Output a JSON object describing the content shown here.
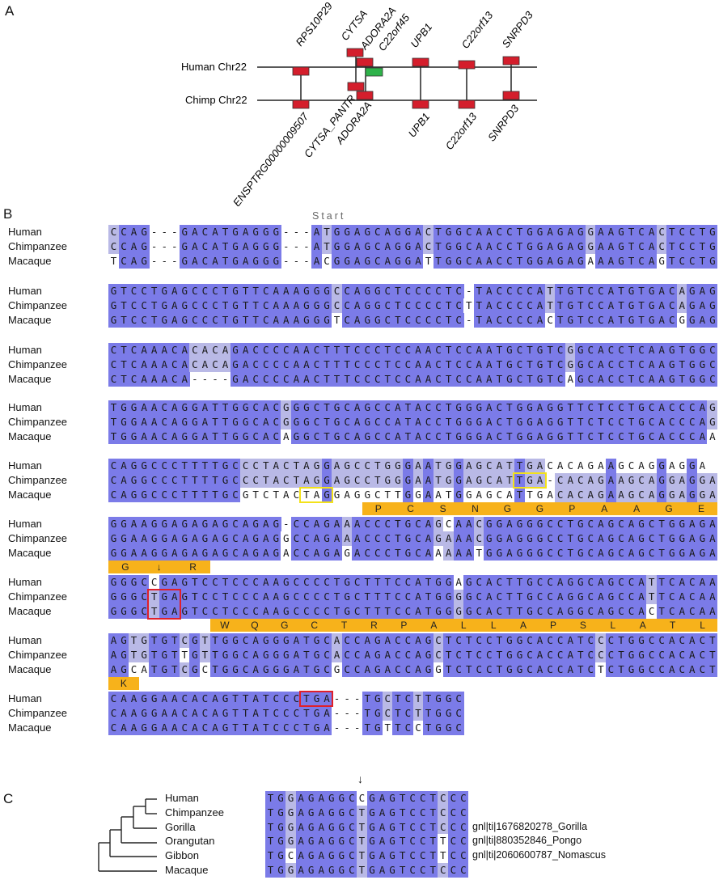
{
  "panels": {
    "a": "A",
    "b": "B",
    "c": "C"
  },
  "panel_a": {
    "chr_human": "Human Chr22",
    "chr_chimp": "Chimp Chr22",
    "genes_top": [
      "RPS10P29",
      "CYTSA",
      "ADORA2A",
      "C22orf45",
      "UPB1",
      "C22orf13",
      "SNRPD3"
    ],
    "genes_bottom": [
      "ENSPTRG00000009507",
      "CYTSA_PANTR",
      "ADORA2A",
      "UPB1",
      "C22orf13",
      "SNRPD3"
    ],
    "colors": {
      "gene": "#d41e2c",
      "novel_gene": "#2eb24a",
      "line": "#222222"
    }
  },
  "panel_b": {
    "start_label": "Start",
    "names": [
      "Human",
      "Chimpanzee",
      "Macaque"
    ],
    "blocks": [
      {
        "seqs": [
          "CCAG---GACATGAGGG---ATGGAGCAGGACTGGCAACCTGGAGAGGAAGTCACTCCTG",
          "CCAG---GACATGAGGG---ATGGAGCAGGACTGGCAACCTGGAGAGGAAGTCACTCCTG",
          "TCAG---GACATGAGGG---ACGGAGCAGGATTGGCAACCTGGAGAGAAAGTCAGTCCTG"
        ]
      },
      {
        "seqs": [
          "GTCCTGAGCCCTGTTCAAAGGGCCAGGCTCCCCTC-TACCCCATTGTCCATGTGACAGAG",
          "GTCCTGAGCCCTGTTCAAAGGGCCAGGCTCCCCTCTTACCCCATTGTCCATGTGACAGAG",
          "GTCCTGAGCCCTGTTCAAAGGGTCAGGCTCCCCTC-TACCCCACTGTCCATGTGACGGAG"
        ]
      },
      {
        "seqs": [
          "CTCAAACACACAGACCCCAACTTTCCCTCCAACTCCAATGCTGTCGGCACCTCAAGTGGC",
          "CTCAAACACACAGACCCCAACTTTCCCTCCAACTCCAATGCTGTCGGCACCTCAAGTGGC",
          "CTCAAACA----GACCCCAACTTTCCCTCCAACTCCAATGCTGTCAGCACCTCAAGTGGC"
        ]
      },
      {
        "seqs": [
          "TGGAACAGGATTGGCACGGGCTGCAGCCATACCTGGGACTGGAGGTTCTCCTGCACCCAG",
          "TGGAACAGGATTGGCACGGGCTGCAGCCATACCTGGGACTGGAGGTTCTCCTGCACCCAG",
          "TGGAACAGGATTGGCACAGGCTGCAGCCATACCTGGGACTGGAGGTTCTCCTGCACCCAA"
        ]
      },
      {
        "seqs": [
          "CAGGCCCTTTTGCCCTACTAGGAGCCTGGGAATGGAGCATTGACACAGAAGCAGGAGGA",
          "CAGGCCCTTTTGCCCTACTAGGAGCCTGGGAATGGAGCATTGA-CACAGAAGCAGGAGGA",
          "CAGGCCCTTTTGCGTCTACTAGGAGGCTTGGAATGGAGCATTGACACAGAAGCAGGAGGA"
        ]
      },
      {
        "aa": [
          "P",
          "C",
          "S",
          "N",
          "G",
          "G",
          "P",
          "A",
          "A",
          "G",
          "E"
        ],
        "seqs": [
          "GGAAGGAGAGAGCAGAG-CCAGAAACCCTGCAGCAACGGAGGGCCTGCAGCAGCTGGAGA",
          "GGAAGGAGAGAGCAGAGGCCAGAAACCCTGCAGAAACGGAGGGCCTGCAGCAGCTGGAGA",
          "GGAAGGAGAGAGCAGAGACCAGAGACCCTGCAAAAATGGAGGGCCTGCAGCAGCTGGAGA"
        ]
      },
      {
        "aa": [
          "G",
          "↓",
          "R"
        ],
        "seqs": [
          "GGGCCGAGTCCTCCCAAGCCCCTGCTTTCCATGGAGCACTTGCCAGGCAGCCATTCACAA",
          "GGGCTGAGTCCTCCCAAGCCCCTGCTTTCCATGGGGCACTTGCCAGGCAGCCATTCACAA",
          "GGGCTGAGTCCTCCCAAGCCCCTGCTTTCCATGGGGCACTTGCCAGGCAGCCACTCACAA"
        ]
      },
      {
        "aa": [
          "W",
          "Q",
          "G",
          "C",
          "T",
          "R",
          "P",
          "A",
          "L",
          "L",
          "A",
          "P",
          "S",
          "L",
          "A",
          "T",
          "L"
        ],
        "seqs": [
          "AGTGTGTCGTTGGCAGGGATGCACCAGACCAGCTCTCCTGGCACCATCCCTGGCCACACT",
          "AGTGTGTTGTTGGCAGGGATGCACCAGACCAGCTCTCCTGGCACCATCCCTGGCCACACT",
          "AGCATGTCGCTGGCAGGGATGCGCCAGACCAGGTCTCCTGGCACCATCTCTGGCCACACT"
        ]
      },
      {
        "aa": [
          "K"
        ],
        "seqs": [
          "CAAGGAACACAGTTATCCCTGA---TGCTCTTGGC",
          "CAAGGAACACAGTTATCCCTGA---TGCTCTTGGC",
          "CAAGGAACACAGTTATCCCTGA---TGTTCCTGGC"
        ]
      }
    ],
    "colors": {
      "full": "#7b7be8",
      "partial": "#b9b9e6",
      "aa_bar": "#f7b21b",
      "stop_red": "#e0202a",
      "stop_yellow": "#f3e21a"
    }
  },
  "panel_c": {
    "arrow": "↓",
    "taxa": [
      "Human",
      "Chimpanzee",
      "Gorilla",
      "Orangutan",
      "Gibbon",
      "Macaque"
    ],
    "seqs": [
      "TGGAGAGGCCGAGTCCTCCC",
      "TGGAGAGGCTGAGTCCTCCC",
      "TGGAGAGGCTGAGTCCTCCC",
      "TGGAGAGGCTGAGTCCTTCC",
      "TGCAGAGGCTGAGTCCTTCC",
      "TGGAGAGGCTGAGTCCTCCC"
    ],
    "accessions": [
      "",
      "",
      "gnl|ti|1676820278_Gorilla",
      "gnl|ti|880352846_Pongo",
      "gnl|ti|2060600787_Nomascus",
      ""
    ]
  }
}
